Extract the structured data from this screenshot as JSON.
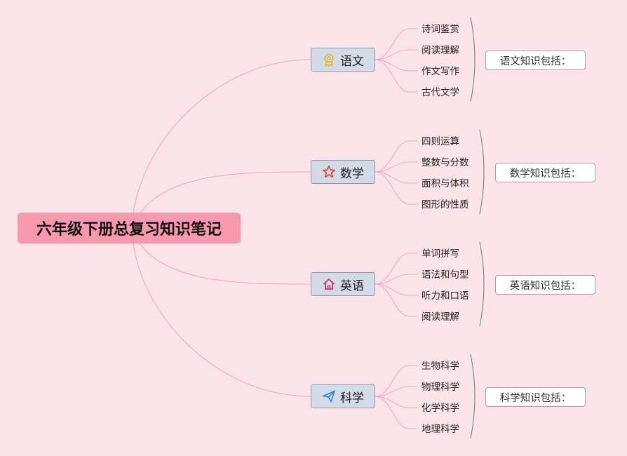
{
  "colors": {
    "background": "#fde4ea",
    "root_fill": "#f799ac",
    "subject_fill": "#d3dbe6",
    "line": "#f0a8b8",
    "bracket": "#7d8a85"
  },
  "root": {
    "label": "六年级下册总复习知识笔记"
  },
  "subjects": [
    {
      "label": "语文",
      "icon": "award-ribbon-icon",
      "icon_color": "#e9b62a",
      "items": [
        "诗词鉴赏",
        "阅读理解",
        "作文写作",
        "古代文学"
      ],
      "summary": "语文知识包括："
    },
    {
      "label": "数学",
      "icon": "star-icon",
      "icon_color": "#e0403a",
      "items": [
        "四则运算",
        "整数与分数",
        "面积与体积",
        "图形的性质"
      ],
      "summary": "数学知识包括："
    },
    {
      "label": "英语",
      "icon": "home-icon",
      "icon_color": "#c9375d",
      "items": [
        "单词拼写",
        "语法和句型",
        "听力和口语",
        "阅读理解"
      ],
      "summary": "英语知识包括："
    },
    {
      "label": "科学",
      "icon": "paper-plane-icon",
      "icon_color": "#2f8ad8",
      "items": [
        "生物科学",
        "物理科学",
        "化学科学",
        "地理科学"
      ],
      "summary": "科学知识包括："
    }
  ]
}
